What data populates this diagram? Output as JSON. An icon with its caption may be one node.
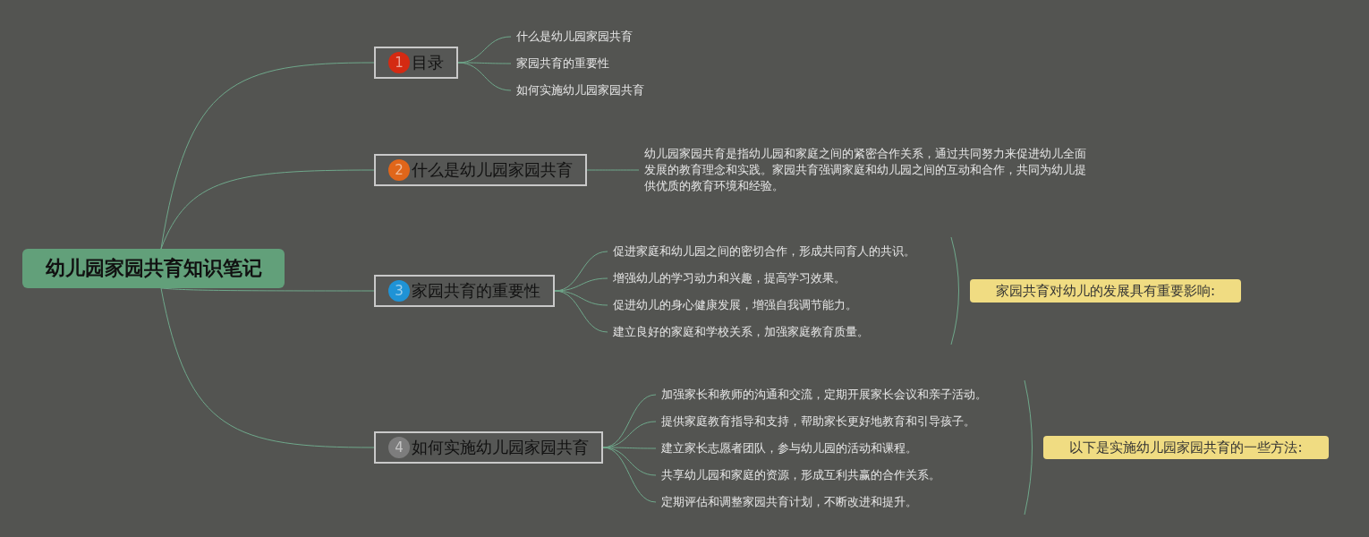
{
  "diagram": {
    "nodes": [
      {
        "text": [
          "幼儿园家园共育知识笔记"
        ]
      },
      {
        "text": [
          "1",
          "目录"
        ]
      },
      {
        "text": [
          "2",
          "什么是幼儿园家园共育"
        ]
      },
      {
        "text": [
          "3",
          "家园共育的重要性"
        ]
      },
      {
        "text": [
          "4",
          "如何实施幼儿园家园共育"
        ]
      },
      {
        "text": [
          "什么是幼儿园家园共育"
        ]
      },
      {
        "text": [
          "家园共育的重要性"
        ]
      },
      {
        "text": [
          "如何实施幼儿园家园共育"
        ]
      },
      {
        "text": [
          "幼儿园家园共育是指幼儿园和家庭之间的紧密合作关系，通过共同努力来促进幼儿全面发展的教育理念和实践。家园共育强调家庭和幼儿园之间的互动和合作，共同为幼儿提供优质的教育环境和经验。"
        ]
      },
      {
        "text": [
          "促进家庭和幼儿园之间的密切合作，形成共同育人的共识。"
        ]
      },
      {
        "text": [
          "增强幼儿的学习动力和兴趣，提高学习效果。"
        ]
      },
      {
        "text": [
          "促进幼儿的身心健康发展，增强自我调节能力。"
        ]
      },
      {
        "text": [
          "建立良好的家庭和学校关系，加强家庭教育质量。"
        ]
      },
      {
        "text": [
          "家园共育对幼儿的发展具有重要影响:"
        ]
      },
      {
        "text": [
          "加强家长和教师的沟通和交流，定期开展家长会议和亲子活动。"
        ]
      },
      {
        "text": [
          "提供家庭教育指导和支持，帮助家长更好地教育和引导孩子。"
        ]
      },
      {
        "text": [
          "建立家长志愿者团队，参与幼儿园的活动和课程。"
        ]
      },
      {
        "text": [
          "共享幼儿园和家庭的资源，形成互利共赢的合作关系。"
        ]
      },
      {
        "text": [
          "定期评估和调整家园共育计划，不断改进和提升。"
        ]
      },
      {
        "text": [
          "以下是实施幼儿园家园共育的一些方法:"
        ]
      }
    ],
    "edges": [
      {
        "from": 0,
        "to": 1,
        "arrow": "none"
      },
      {
        "from": 0,
        "to": 2,
        "arrow": "none"
      },
      {
        "from": 0,
        "to": 3,
        "arrow": "none"
      },
      {
        "from": 0,
        "to": 4,
        "arrow": "none"
      },
      {
        "from": 1,
        "to": 5,
        "arrow": "none"
      },
      {
        "from": 1,
        "to": 6,
        "arrow": "none"
      },
      {
        "from": 1,
        "to": 7,
        "arrow": "none"
      },
      {
        "from": 2,
        "to": 8,
        "arrow": "none"
      },
      {
        "from": 3,
        "to": 9,
        "arrow": "none"
      },
      {
        "from": 3,
        "to": 10,
        "arrow": "none"
      },
      {
        "from": 3,
        "to": 11,
        "arrow": "none"
      },
      {
        "from": 3,
        "to": 12,
        "arrow": "none"
      },
      {
        "from": 4,
        "to": 14,
        "arrow": "none"
      },
      {
        "from": 4,
        "to": 15,
        "arrow": "none"
      },
      {
        "from": 4,
        "to": 16,
        "arrow": "none"
      },
      {
        "from": 4,
        "to": 17,
        "arrow": "none"
      },
      {
        "from": 4,
        "to": 18,
        "arrow": "none"
      }
    ]
  }
}
